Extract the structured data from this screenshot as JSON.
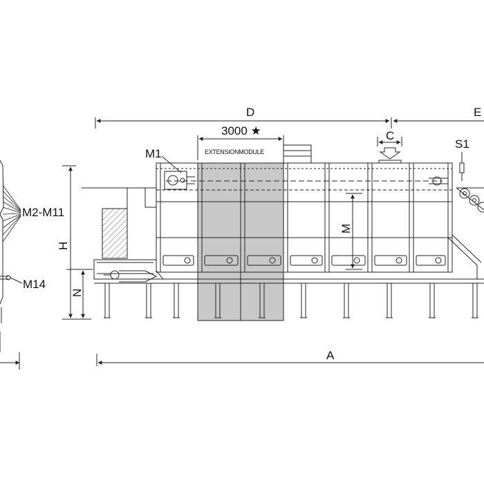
{
  "labels": {
    "d": "D",
    "e": "E",
    "c": "C",
    "s1": "S1",
    "m1": "M1",
    "extension_length": "3000 ★",
    "extension_module": "EXTENSIONMODULE",
    "m2_m11": "M2-M11",
    "m14": "M14",
    "h": "H",
    "n": "N",
    "m": "M",
    "a": "A"
  },
  "colors": {
    "line": "#222222",
    "module_fill": "#c8c8c8",
    "hatch": "#555555"
  }
}
